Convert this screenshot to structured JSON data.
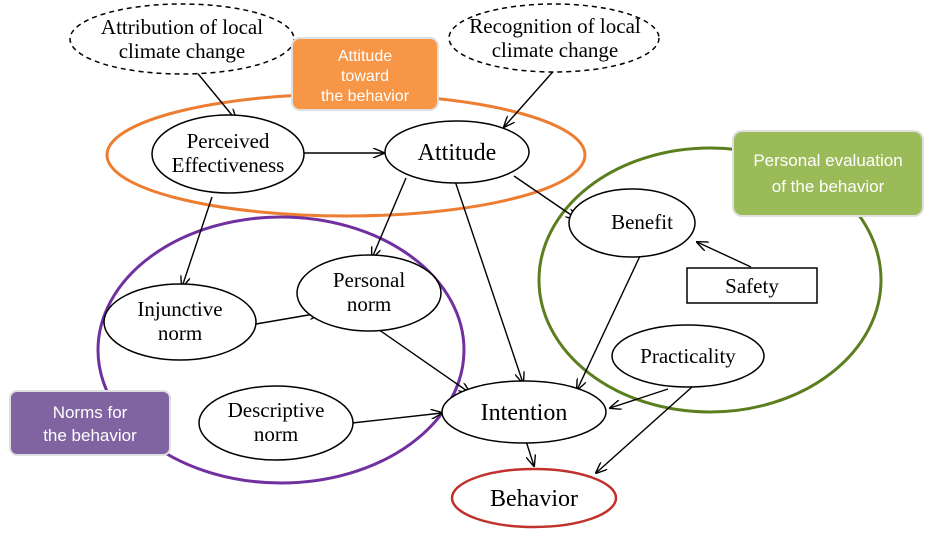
{
  "nodes": {
    "attribution": {
      "line1": "Attribution of local",
      "line2": "climate change"
    },
    "recognition": {
      "line1": "Recognition of local",
      "line2": "climate change"
    },
    "perceived_effectiveness": {
      "line1": "Perceived",
      "line2": "Effectiveness"
    },
    "attitude": {
      "label": "Attitude"
    },
    "benefit": {
      "label": "Benefit"
    },
    "safety": {
      "label": "Safety"
    },
    "personal_norm": {
      "line1": "Personal",
      "line2": "norm"
    },
    "injunctive_norm": {
      "line1": "Injunctive",
      "line2": "norm"
    },
    "practicality": {
      "label": "Practicality"
    },
    "descriptive_norm": {
      "line1": "Descriptive",
      "line2": "norm"
    },
    "intention": {
      "label": "Intention"
    },
    "behavior": {
      "label": "Behavior"
    }
  },
  "groups": {
    "attitude_group": {
      "line1": "Attitude",
      "line2": "toward",
      "line3": "the behavior",
      "color": "#F79646"
    },
    "personal_eval_group": {
      "line1": "Personal evaluation",
      "line2": "of the behavior",
      "color": "#9BBB59"
    },
    "norms_group": {
      "line1": "Norms for",
      "line2": "the behavior",
      "color": "#8064A2"
    }
  },
  "colors": {
    "attitude_ring": "#ED7D31",
    "evaluation_ring": "#5B7F1F",
    "norms_ring": "#7030A0",
    "behavior_ring": "#C0312B"
  }
}
